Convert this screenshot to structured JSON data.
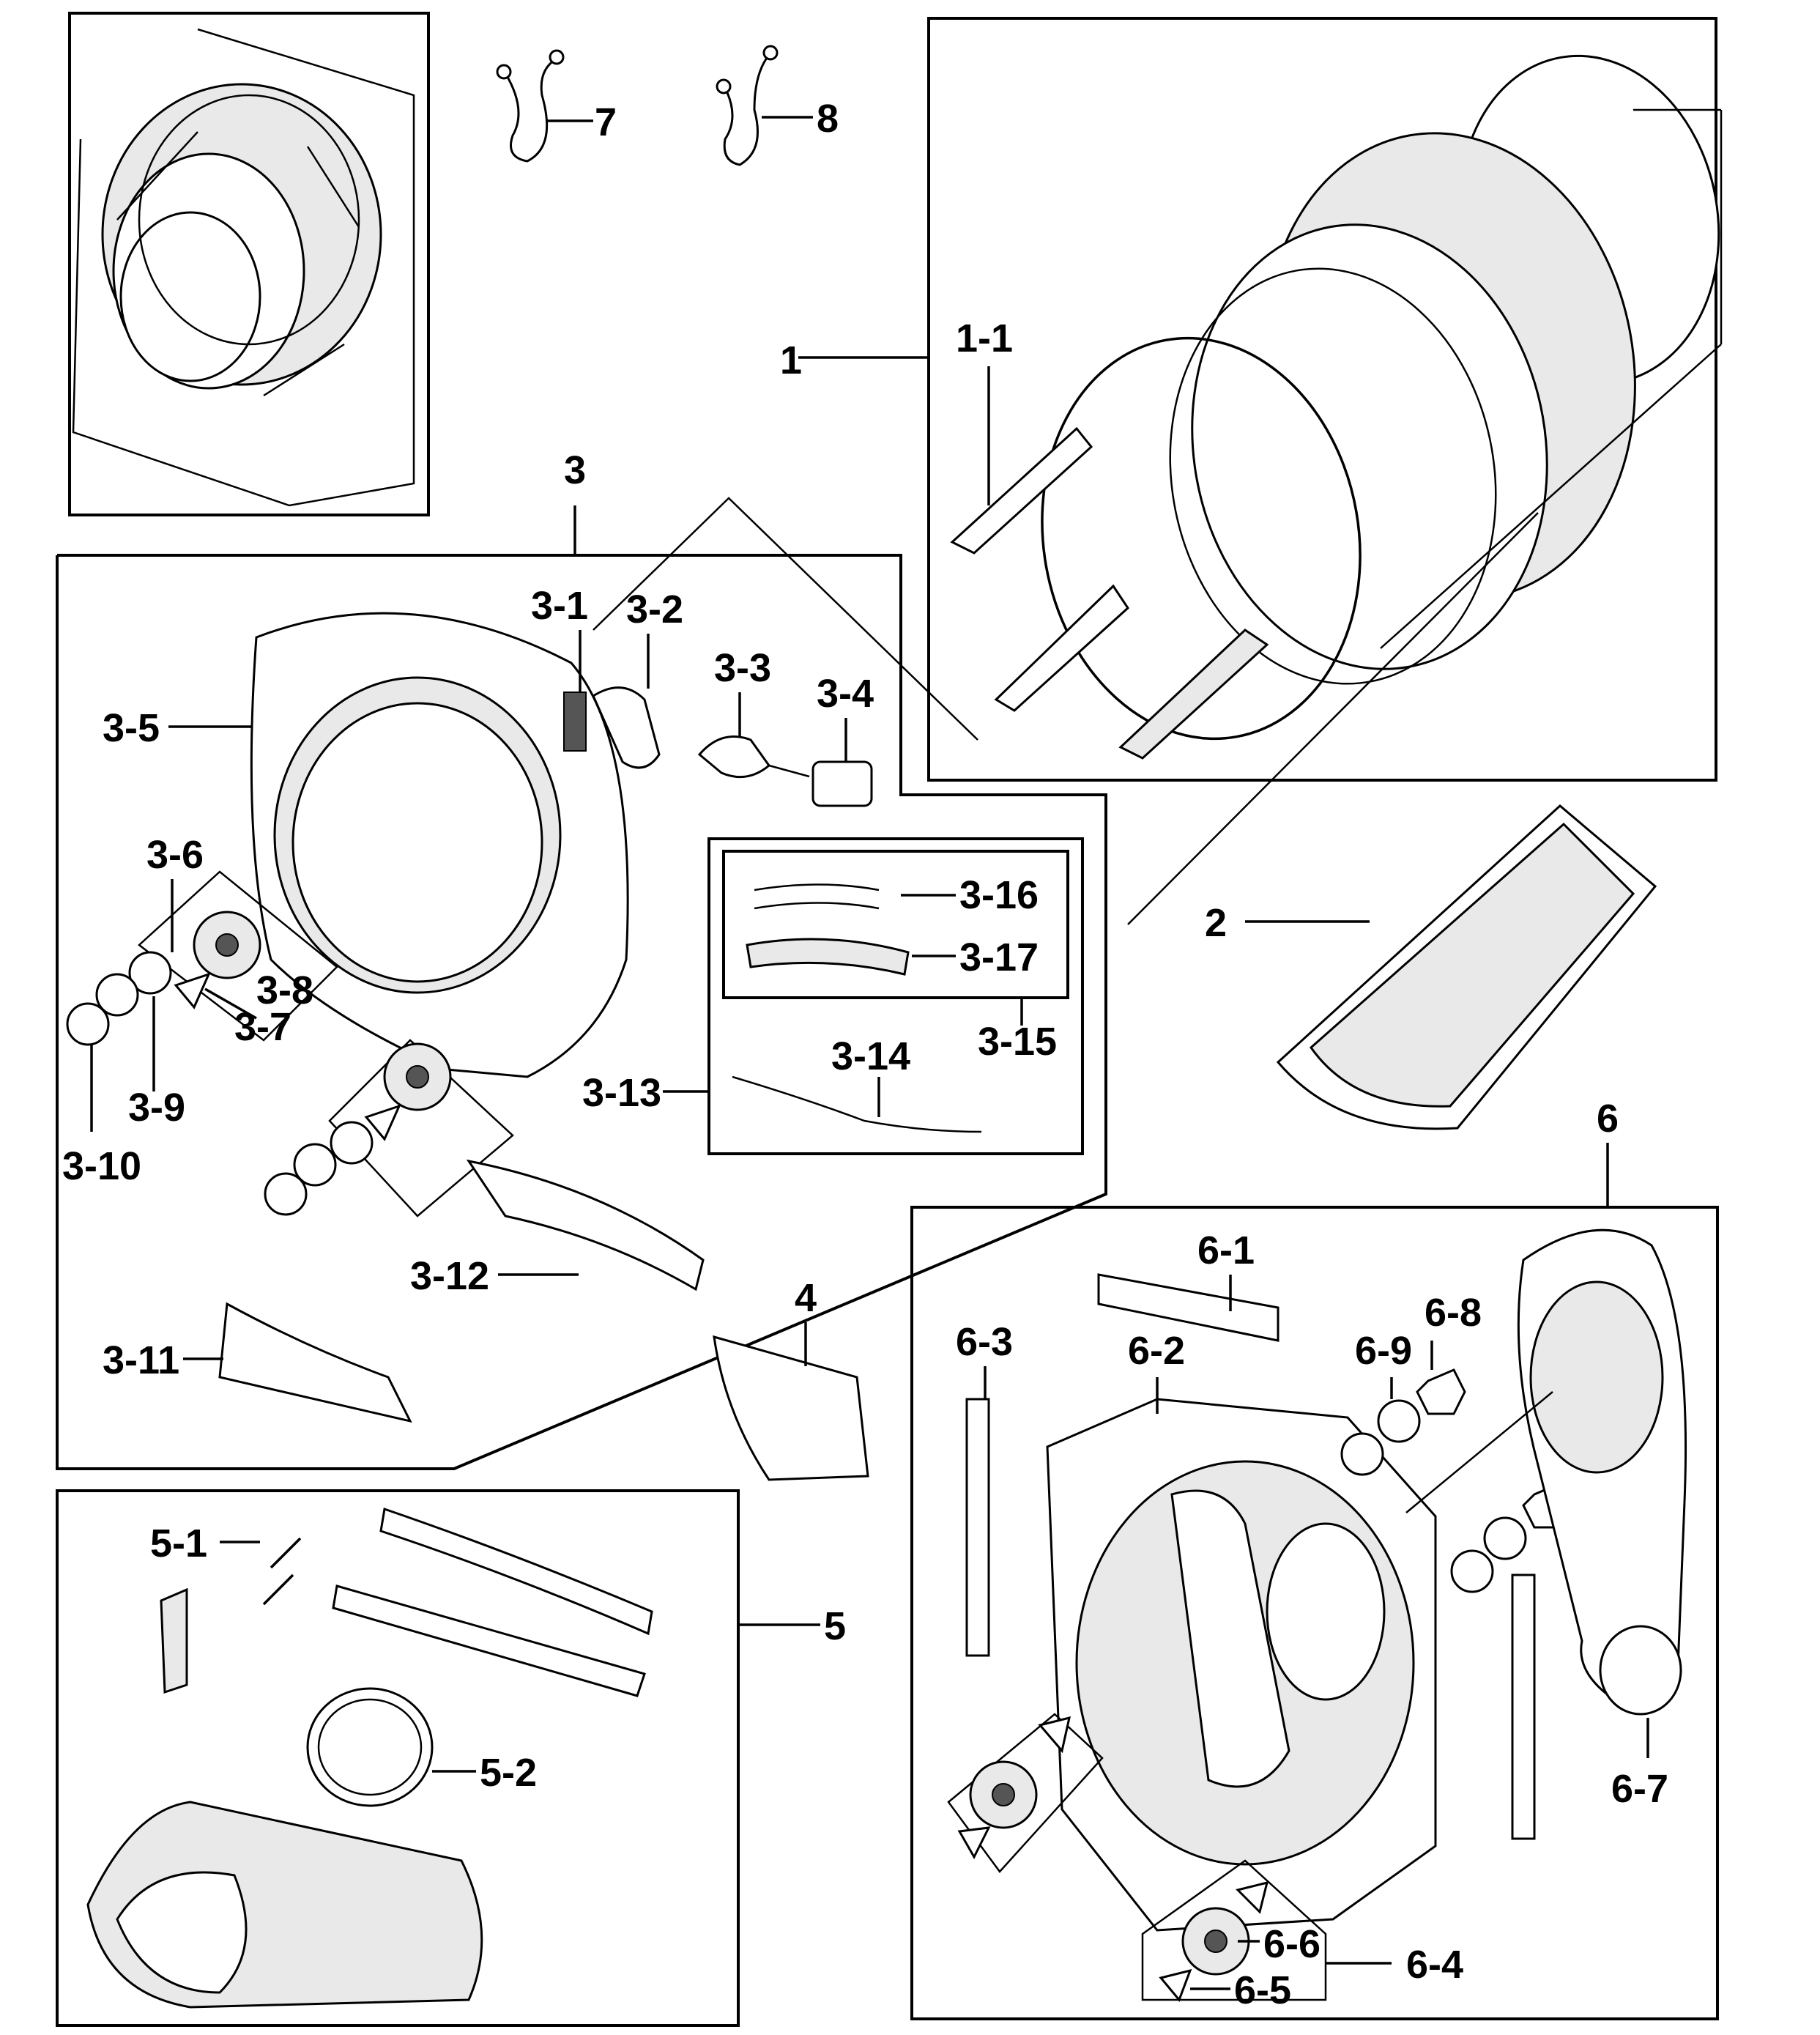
{
  "diagram": {
    "labels": {
      "l7": "7",
      "l8": "8",
      "l1": "1",
      "l1_1": "1-1",
      "l3": "3",
      "l3_1": "3-1",
      "l3_2": "3-2",
      "l3_3": "3-3",
      "l3_4": "3-4",
      "l3_5": "3-5",
      "l3_6": "3-6",
      "l3_7": "3-7",
      "l3_8": "3-8",
      "l3_9": "3-9",
      "l3_10": "3-10",
      "l3_11": "3-11",
      "l3_12": "3-12",
      "l3_13": "3-13",
      "l3_14": "3-14",
      "l3_15": "3-15",
      "l3_16": "3-16",
      "l3_17": "3-17",
      "l2": "2",
      "l4": "4",
      "l5": "5",
      "l5_1": "5-1",
      "l5_2": "5-2",
      "l6": "6",
      "l6_1": "6-1",
      "l6_2": "6-2",
      "l6_3": "6-3",
      "l6_4": "6-4",
      "l6_5": "6-5",
      "l6_6": "6-6",
      "l6_7": "6-7",
      "l6_8": "6-8",
      "l6_9": "6-9"
    },
    "colors": {
      "ink": "#000000",
      "paper": "#ffffff",
      "fill": "#e9e9e9"
    }
  }
}
